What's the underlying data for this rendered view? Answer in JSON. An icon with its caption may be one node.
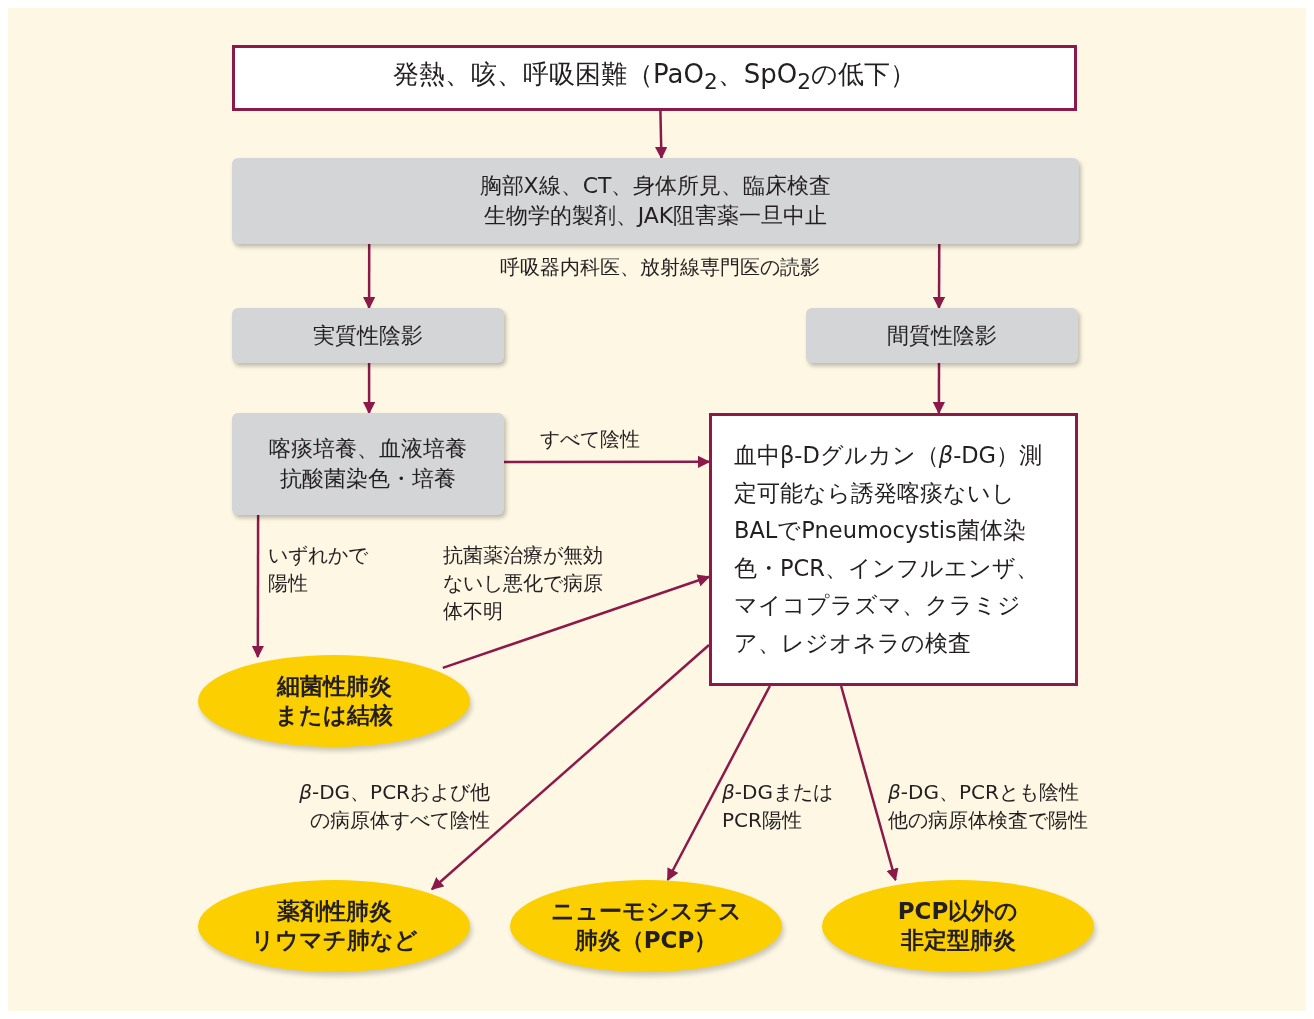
{
  "diagram": {
    "nodes": [
      {
        "text": [
          "発熱、咳、呼吸困難（PaO$_{2}$、SpO$_{2}$の低下）"
        ]
      },
      {
        "text": [
          "胸部X線、CT、身体所見、臨床検査",
          "生物学的製剤、JAK阻害薬一旦中止"
        ]
      },
      {
        "text": [
          "実質性陰影"
        ]
      },
      {
        "text": [
          "間質性陰影"
        ]
      },
      {
        "text": [
          "喀痰培養、血液培養",
          "抗酸菌染色・培養"
        ]
      },
      {
        "text": [
          "血中β-Dグルカン（*β*-DG）測定可能なら誘発喀痰ないしBALでPneumocystis菌体染色・PCR、インフルエンザ、マイコプラズマ、クラミジア、レジオネラの検査"
        ]
      },
      {
        "text": [
          "細菌性肺炎",
          "または結核"
        ]
      },
      {
        "text": [
          "薬剤性肺炎",
          "リウマチ肺など"
        ]
      },
      {
        "text": [
          "ニューモシスチス",
          "肺炎（PCP）"
        ]
      },
      {
        "text": [
          "PCP以外の",
          "非定型肺炎"
        ]
      }
    ],
    "edges": [
      {
        "from": 0,
        "to": 1,
        "arrow": "to"
      },
      {
        "from": 1,
        "to": 2,
        "arrow": "to"
      },
      {
        "from": 1,
        "to": 3,
        "arrow": "to"
      },
      {
        "from": 2,
        "to": 4,
        "arrow": "to"
      },
      {
        "from": 3,
        "to": 5,
        "arrow": "to"
      },
      {
        "from": 4,
        "to": 5,
        "arrow": "to",
        "label": "すべて陰性"
      },
      {
        "from": 4,
        "to": 6,
        "arrow": "to",
        "label": "いずれかで陽性"
      },
      {
        "from": 6,
        "to": 5,
        "arrow": "to",
        "label": "抗菌薬治療が無効ないし悪化で病原体不明"
      },
      {
        "from": 5,
        "to": 7,
        "arrow": "to",
        "label": "*β*-DG、PCRおよび他の病原体すべて陰性"
      },
      {
        "from": 5,
        "to": 8,
        "arrow": "to",
        "label": "*β*-DGまたはPCR陽性"
      },
      {
        "from": 5,
        "to": 9,
        "arrow": "to",
        "label": "*β*-DG、PCRとも陰性他の病原体検査で陽性"
      }
    ],
    "labels": [
      "呼吸器内科医、放射線専門医の読影"
    ]
  }
}
